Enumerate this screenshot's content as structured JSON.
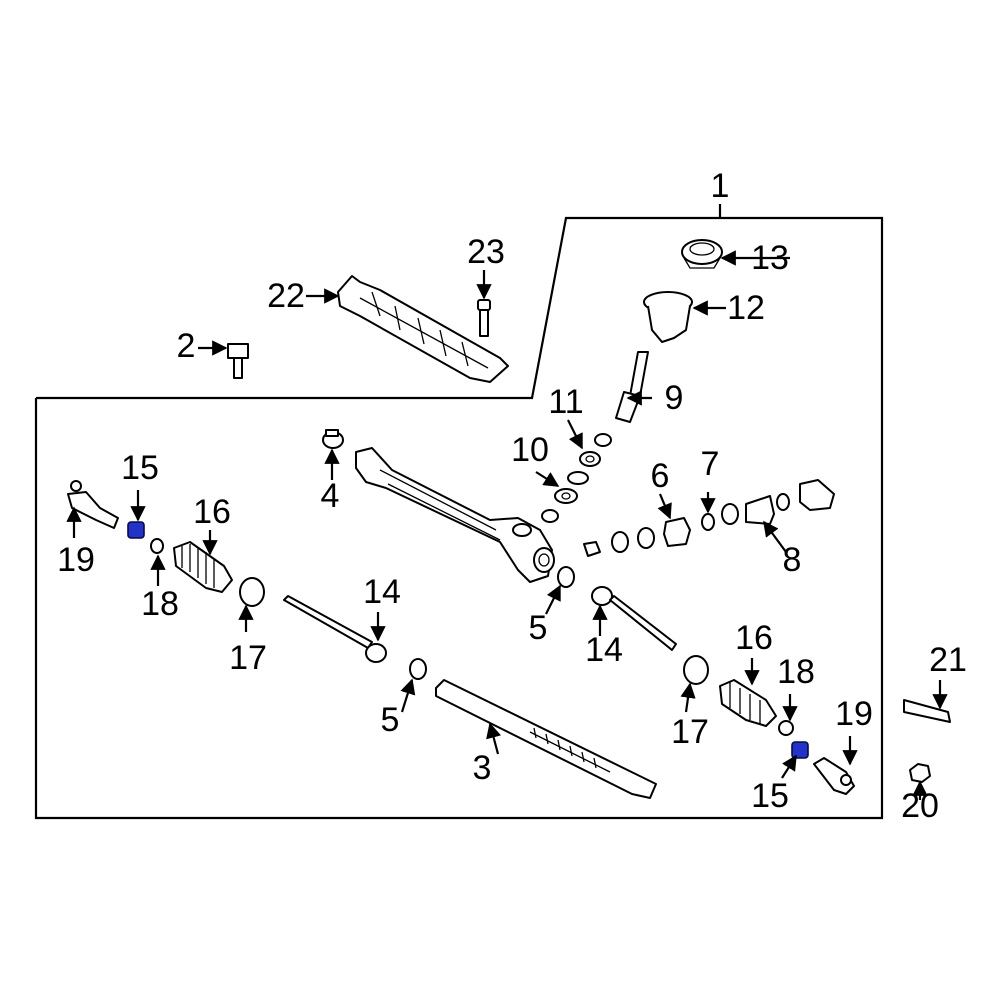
{
  "labels": {
    "assembly": "1",
    "bolt": "2",
    "rack": "3",
    "clamp_upper": "4",
    "washer_right": "5",
    "washer_left": "5",
    "support_yoke": "6",
    "spring": "7",
    "yoke_plug": "8",
    "pinion_shaft": "9",
    "bearing": "10",
    "seal": "11",
    "pinion_boot": "12",
    "cover": "13",
    "inner_tie_rod_left": "14",
    "inner_tie_rod_right": "14",
    "jam_nut_left": "15",
    "jam_nut_right": "15",
    "boot_left": "16",
    "boot_right": "16",
    "boot_clamp_left": "17",
    "boot_clamp_right": "17",
    "small_clamp_left": "18",
    "small_clamp_right": "18",
    "outer_tie_rod_left": "19",
    "outer_tie_rod_right": "19",
    "nut": "20",
    "cotter_pin": "21",
    "heat_shield": "22",
    "shield_bolt": "23"
  },
  "colors": {
    "highlight": "#2233c8",
    "line": "#000000",
    "background": "#ffffff"
  }
}
